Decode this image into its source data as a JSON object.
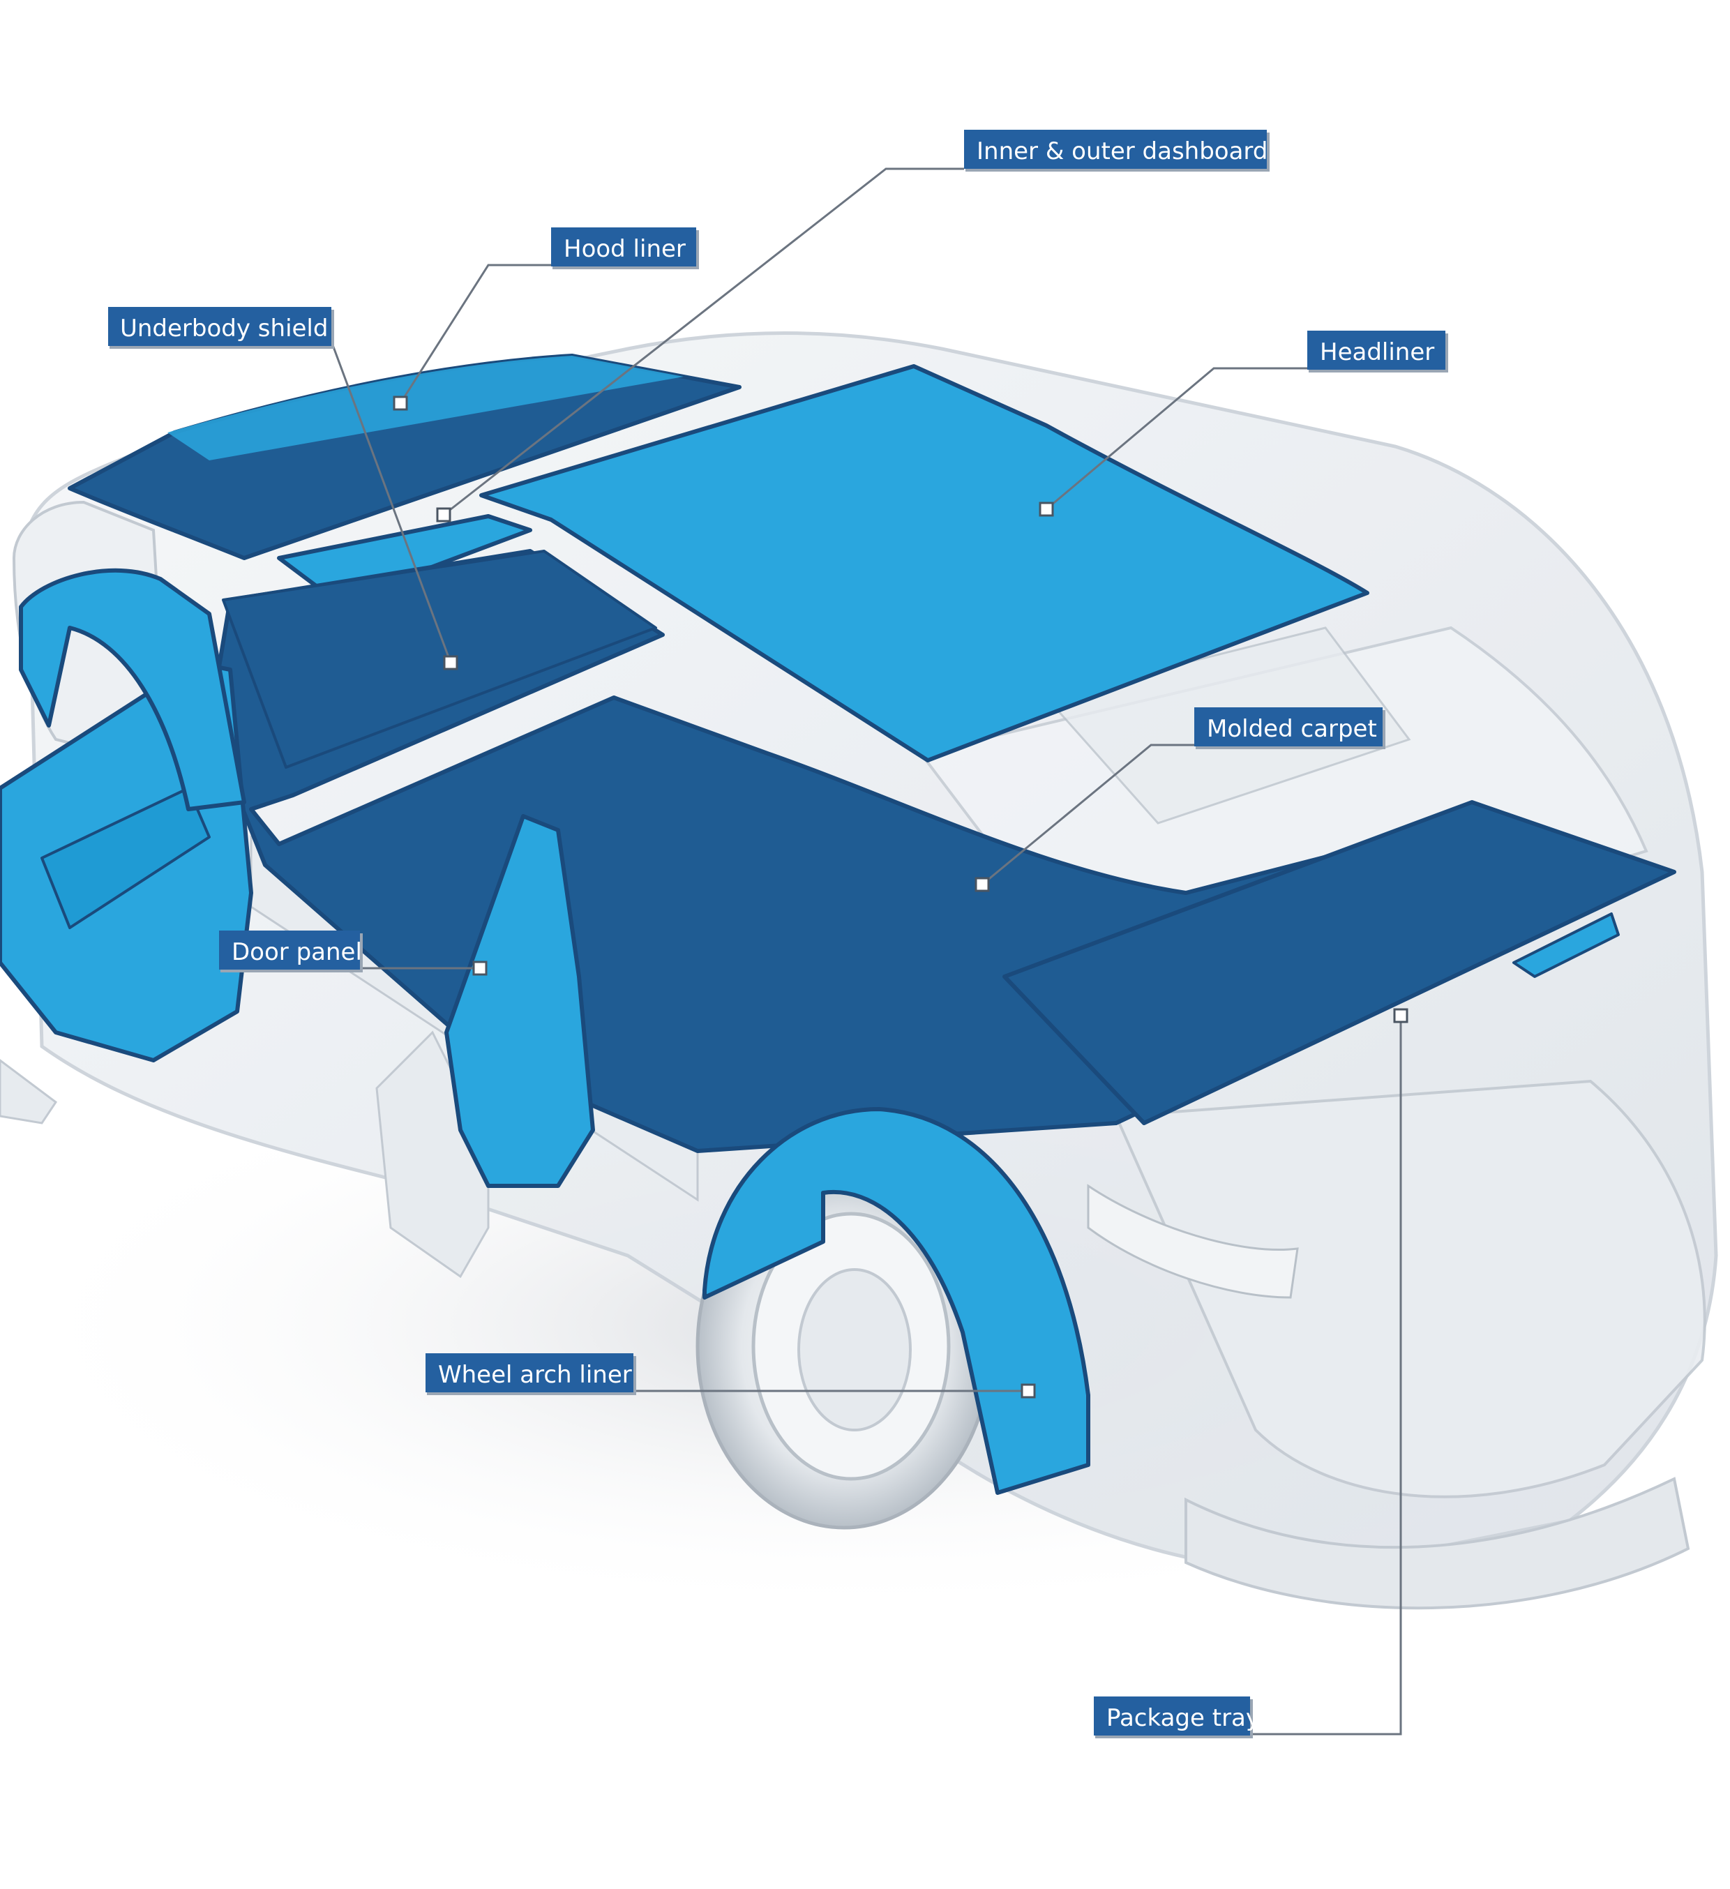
{
  "diagram": {
    "subject": "car acoustic / insulation components",
    "colors": {
      "label_background": "#2460a0",
      "label_text": "#ffffff",
      "part_light": "#2aa6de",
      "part_dark": "#1f5c93",
      "part_outline": "#1a4a7c",
      "car_body": "#eef1f4",
      "car_edge": "#c9d0d8",
      "leader_line": "#6b7480"
    },
    "callouts": [
      {
        "id": "inner-outer-dashboard",
        "label": "Inner & outer dashboard"
      },
      {
        "id": "hood-liner",
        "label": "Hood liner"
      },
      {
        "id": "underbody-shield",
        "label": "Underbody shield"
      },
      {
        "id": "headliner",
        "label": "Headliner"
      },
      {
        "id": "molded-carpet",
        "label": "Molded carpet"
      },
      {
        "id": "door-panel",
        "label": "Door panel"
      },
      {
        "id": "wheel-arch-liner",
        "label": "Wheel arch liner"
      },
      {
        "id": "package-tray",
        "label": "Package tray"
      }
    ]
  }
}
